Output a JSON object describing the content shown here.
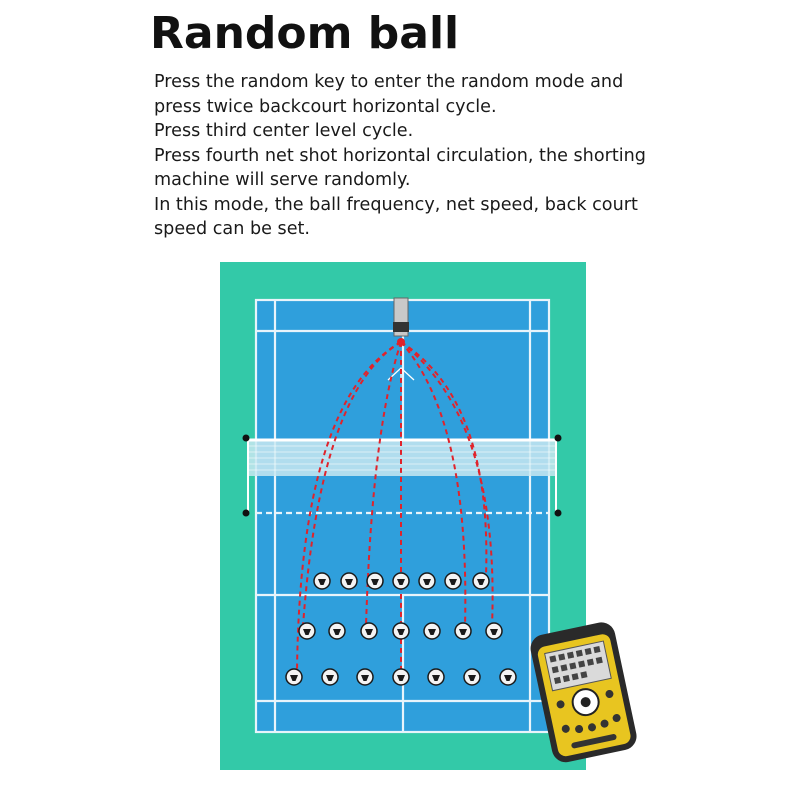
{
  "heading": "Random ball",
  "description_lines": [
    "Press the random key to enter the random mode and",
    "press twice backcourt horizontal cycle.",
    "Press third center level cycle.",
    "Press fourth net shot horizontal circulation, the shorting",
    "machine will serve randomly.",
    "In this mode, the ball frequency, net speed, back court",
    "speed can be set."
  ],
  "colors": {
    "surround": "#33c9a8",
    "court": "#2f9fdc",
    "lines": "#e8f4fb",
    "trajectory": "#e0232b",
    "target_fill": "#f4f4f4",
    "remote_body": "#e8c520"
  },
  "scene": {
    "machine_icon": "shuttlecock-launcher-icon",
    "remote_icon": "remote-control-icon",
    "target_icon": "shuttlecock-target-icon",
    "target_rows": [
      7,
      7,
      7
    ],
    "trajectory_count": 7
  }
}
